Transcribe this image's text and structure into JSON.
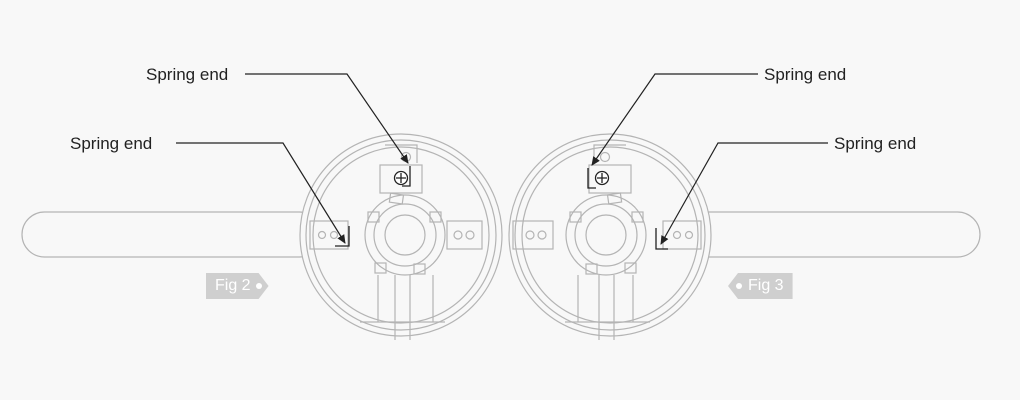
{
  "labels": {
    "fig2_top": "Spring end",
    "fig2_left": "Spring end",
    "fig3_top": "Spring end",
    "fig3_right": "Spring end"
  },
  "figures": {
    "fig2": "Fig 2",
    "fig3": "Fig 3"
  },
  "colors": {
    "background": "#f8f8f8",
    "outline": "#b4b4b4",
    "leader": "#222222",
    "tag": "#cfcfcf"
  }
}
